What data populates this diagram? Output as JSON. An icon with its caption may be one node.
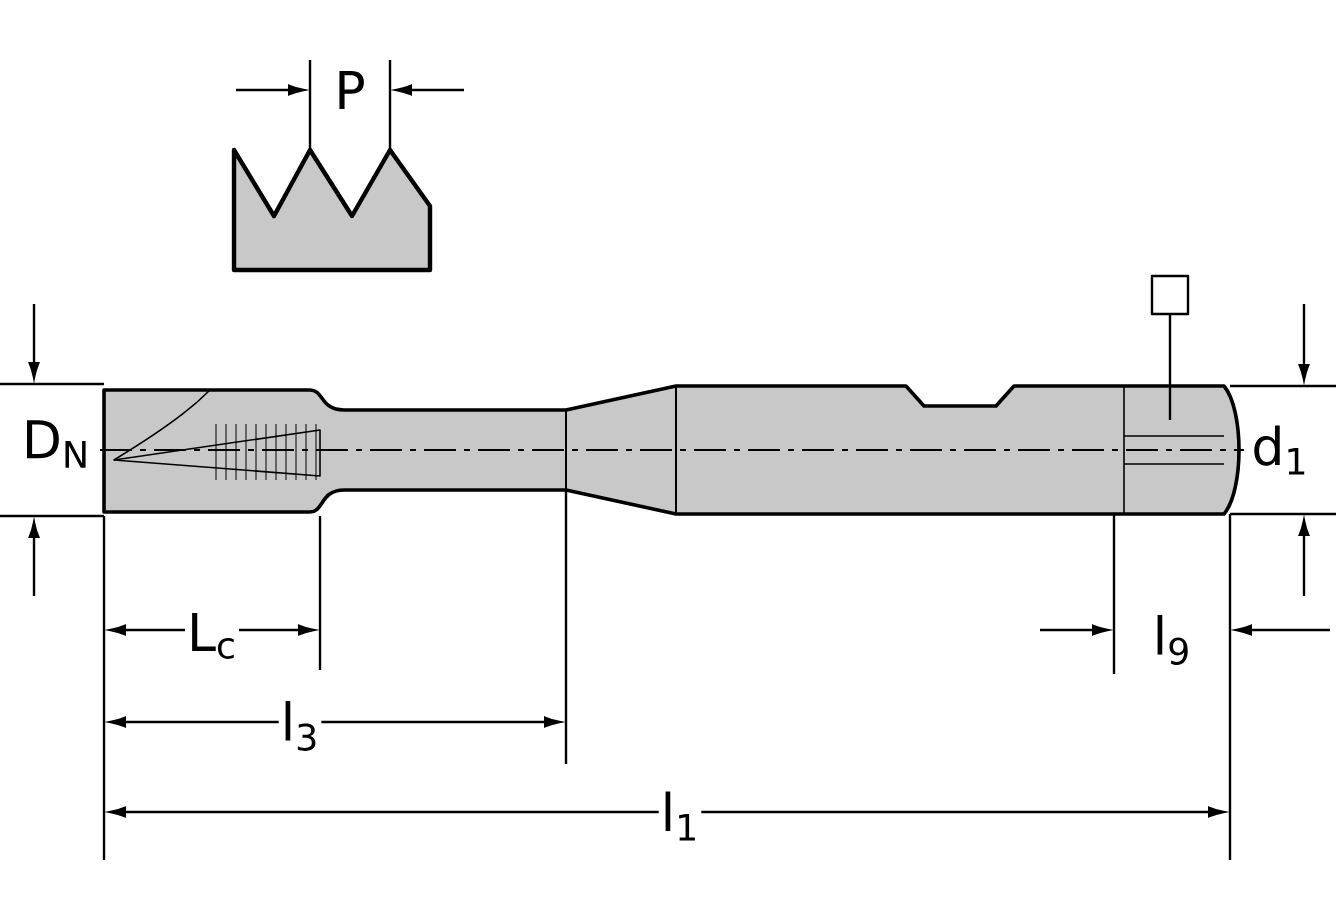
{
  "diagram": {
    "labels": [
      "P",
      "D$_{N}$",
      "d$_{1}$",
      "L$_{c}$",
      "l$_{9}$",
      "l$_{3}$",
      "l$_{1}$"
    ]
  }
}
